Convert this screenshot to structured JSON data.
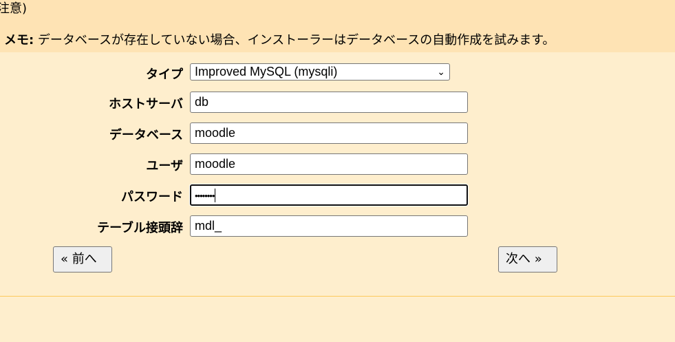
{
  "top_fragment": "注意)",
  "memo": {
    "label": "メモ:",
    "text": " データベースが存在していない場合、インストーラーはデータベースの自動作成を試みます。"
  },
  "form": {
    "type": {
      "label": "タイプ",
      "value": "Improved MySQL (mysqli)"
    },
    "host": {
      "label": "ホストサーバ",
      "value": "db"
    },
    "database": {
      "label": "データベース",
      "value": "moodle"
    },
    "user": {
      "label": "ユーザ",
      "value": "moodle"
    },
    "password": {
      "label": "パスワード",
      "value": "••••••••"
    },
    "prefix": {
      "label": "テーブル接頭辞",
      "value": "mdl_"
    }
  },
  "buttons": {
    "prev": "«  前へ",
    "next": "次へ  »"
  },
  "colors": {
    "header_bg": "#fee3b4",
    "body_bg": "#feeecd",
    "divider": "#fdc95c"
  }
}
